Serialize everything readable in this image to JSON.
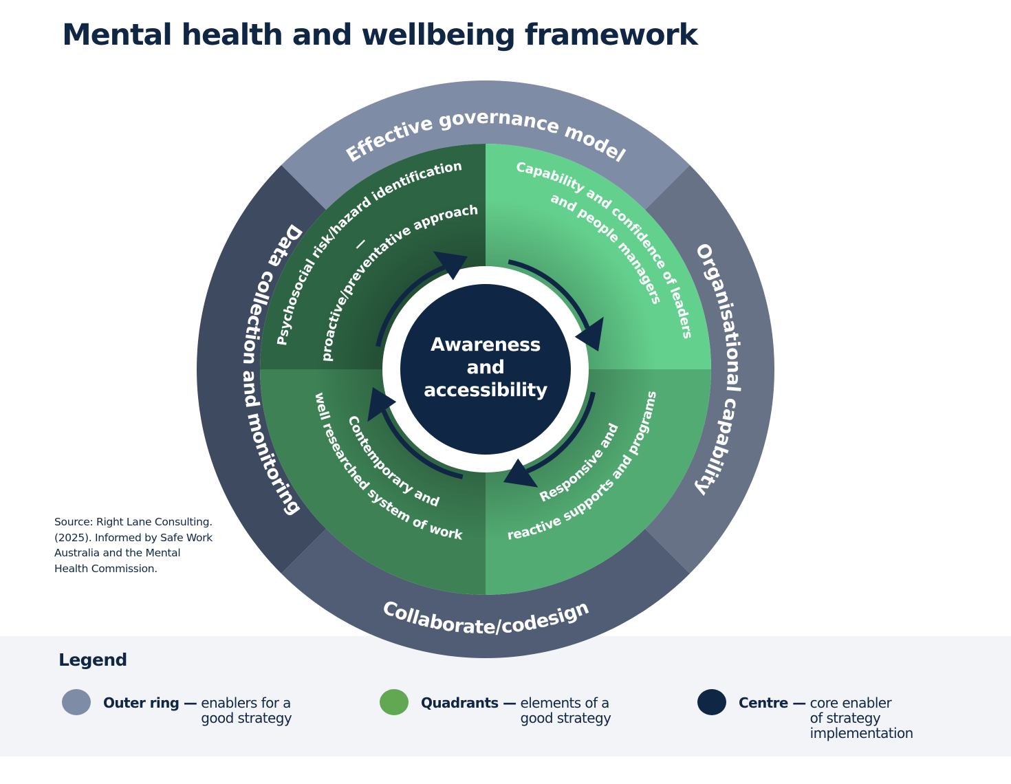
{
  "title": "Mental health and wellbeing framework",
  "framework": {
    "outer_ring": [
      {
        "label": "Effective governance model",
        "color": "#7f8ca6"
      },
      {
        "label": "Organisational capability",
        "color": "#677287"
      },
      {
        "label": "Collaborate/codesign",
        "color": "#505d74"
      },
      {
        "label": "Data collection and monitoring",
        "color": "#3e4a5f"
      }
    ],
    "quadrants": [
      {
        "lines": [
          "Psychosocial risk/hazard identification",
          "—",
          "proactive/preventative approach"
        ],
        "color": "#2d6443"
      },
      {
        "lines": [
          "Capability and confidence of leaders",
          "and people managers"
        ],
        "color": "#64d08d"
      },
      {
        "lines": [
          "Responsive and",
          "reactive supports and programs"
        ],
        "color": "#52ab72"
      },
      {
        "lines": [
          "Contemporary and",
          "well researched system of work"
        ],
        "color": "#3d8155"
      }
    ],
    "centre": {
      "lines": [
        "Awareness",
        "and",
        "accessibility"
      ],
      "color": "#0f2644"
    },
    "arrow_color": "#0f2644"
  },
  "source": "Source: Right Lane Consulting. (2025). Informed by Safe Work Australia and the Mental Health Commission.",
  "legend": {
    "title": "Legend",
    "items": [
      {
        "label": "Outer ring —",
        "desc": "enablers for a\ngood strategy",
        "color": "#7f8ca6"
      },
      {
        "label": "Quadrants —",
        "desc": "elements of a\ngood strategy",
        "color": "#62a853"
      },
      {
        "label": "Centre —",
        "desc": "core enabler\nof strategy\nimplementation",
        "color": "#0f2644"
      }
    ]
  }
}
